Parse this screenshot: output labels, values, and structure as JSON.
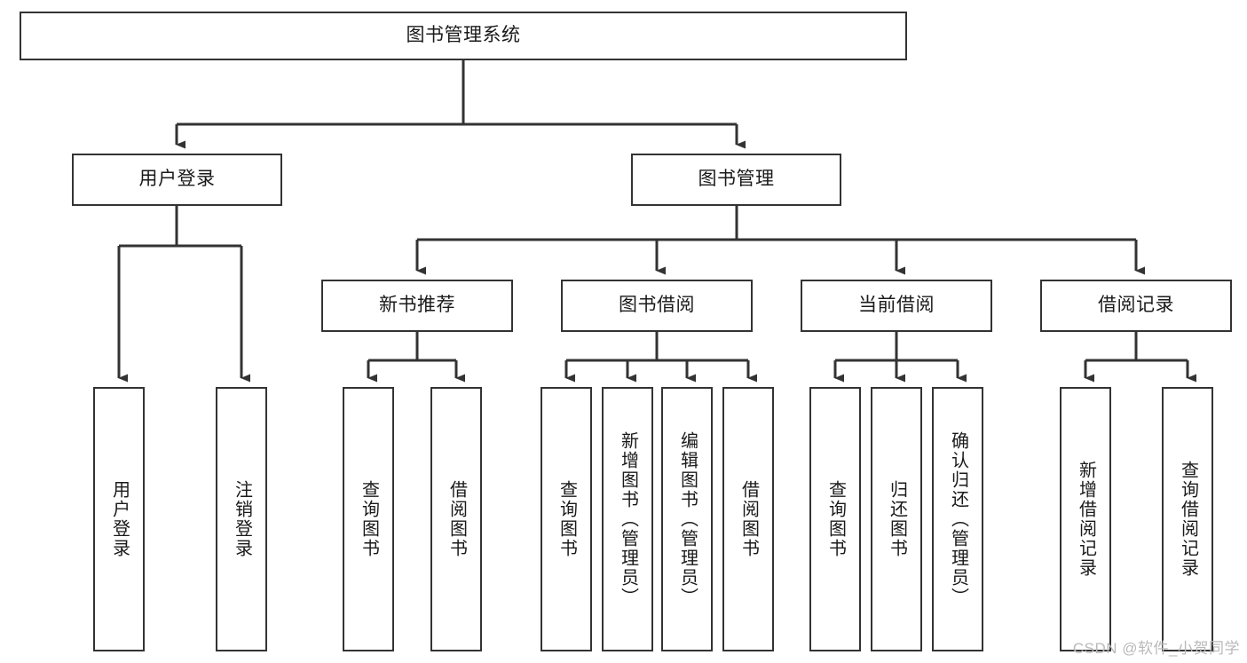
{
  "diagram": {
    "title": "图书管理系统",
    "type": "tree",
    "orientation": "top-down",
    "colors": {
      "box_border": "#333333",
      "box_fill": "#ffffff",
      "connector": "#333333",
      "text": "#1a1a1a",
      "watermark": "#b9b9b9",
      "background": "#ffffff"
    }
  },
  "nodes": {
    "root": {
      "label": "图书管理系统"
    },
    "level2": [
      {
        "id": "user-login",
        "label": "用户登录"
      },
      {
        "id": "book-manage",
        "label": "图书管理"
      }
    ],
    "level3": [
      {
        "id": "new-book-recommend",
        "label": "新书推荐"
      },
      {
        "id": "book-borrow",
        "label": "图书借阅"
      },
      {
        "id": "current-borrow",
        "label": "当前借阅"
      },
      {
        "id": "borrow-record",
        "label": "借阅记录"
      }
    ],
    "leaves": {
      "user-login": [
        {
          "id": "leaf-user-login",
          "label": "用户登录"
        },
        {
          "id": "leaf-user-logout",
          "label": "注销登录"
        }
      ],
      "new-book-recommend": [
        {
          "id": "leaf-query-book-1",
          "label": "查询图书"
        },
        {
          "id": "leaf-borrow-book-1",
          "label": "借阅图书"
        }
      ],
      "book-borrow": [
        {
          "id": "leaf-query-book-2",
          "label": "查询图书"
        },
        {
          "id": "leaf-add-book",
          "label": "新增图书（管理员）"
        },
        {
          "id": "leaf-edit-book",
          "label": "编辑图书（管理员）"
        },
        {
          "id": "leaf-borrow-book-2",
          "label": "借阅图书"
        }
      ],
      "current-borrow": [
        {
          "id": "leaf-query-book-3",
          "label": "查询图书"
        },
        {
          "id": "leaf-return-book",
          "label": "归还图书"
        },
        {
          "id": "leaf-confirm-return",
          "label": "确认归还（管理员）"
        }
      ],
      "borrow-record": [
        {
          "id": "leaf-add-record",
          "label": "新增借阅记录"
        },
        {
          "id": "leaf-query-record",
          "label": "查询借阅记录"
        }
      ]
    }
  },
  "watermark": {
    "text": "CSDN @软件_小贺同学"
  }
}
